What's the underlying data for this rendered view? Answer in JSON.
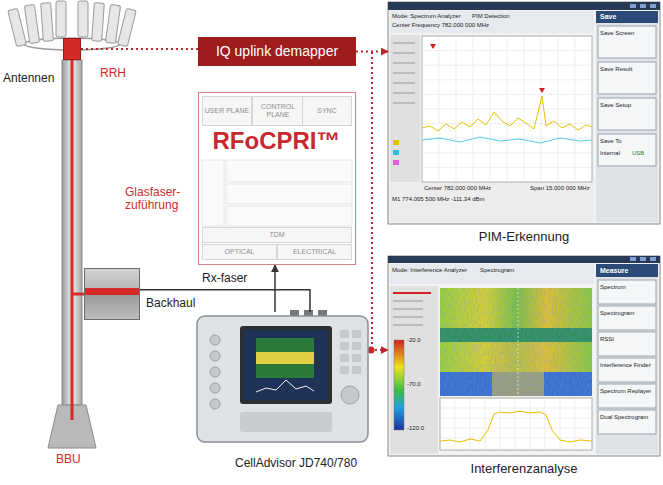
{
  "diagram": {
    "nodes": [
      {
        "text": [
          "RRH"
        ]
      },
      {
        "text": [
          "BBU"
        ]
      },
      {
        "text": [
          "IQ uplink demapper"
        ]
      },
      {
        "text": [
          "RFoCPRI™"
        ]
      },
      {
        "text": [
          "USER PLANE"
        ],
        "in": 3
      },
      {
        "text": [
          "CONTROL PLANE"
        ],
        "in": 3
      },
      {
        "text": [
          "SYNC"
        ],
        "in": 3
      },
      {
        "text": [
          "TDM"
        ],
        "in": 3
      },
      {
        "text": [
          "OPTICAL"
        ],
        "in": 3
      },
      {
        "text": [
          "ELECTRICAL"
        ],
        "in": 3
      },
      {
        "text": [
          "CellAdvisor JD740/780"
        ]
      },
      {
        "text": [
          "PIM-Erkennung"
        ]
      },
      {
        "text": [
          "Interferenzanalyse"
        ]
      }
    ],
    "edges": [
      {
        "from": 0,
        "to": 2,
        "arrow": "none"
      },
      {
        "from": 2,
        "to": 11,
        "arrow": "to"
      },
      {
        "from": 1,
        "to": 10,
        "label": "Rx-faser",
        "arrow": "none"
      },
      {
        "from": 10,
        "to": 3,
        "arrow": "to"
      },
      {
        "from": 10,
        "to": 12,
        "arrow": "to"
      }
    ],
    "labels": [
      "Antennen",
      "Glasfaser- zuführung",
      "Backhaul",
      "Mode: Spectrum Analyzer",
      "PIM Detection",
      "Center Frequency 782.000 000 MHz",
      "Save",
      "Save Screen",
      "Save Result",
      "Save Setup",
      "Save To",
      "Internal",
      "USB",
      "Center 782.000 000 MHz",
      "Span 15.000 000 MHz",
      "M1 774.005 500 MHz -111.34 dBm",
      "Mode: Interference Analyzer",
      "Spectrogram",
      "Measure",
      "Spectrum",
      "Spectrogram",
      "RSSI",
      "Interference Finder",
      "Spectrum Replayer",
      "Dual Spectrogram",
      "-20.0",
      "-70.0",
      "-120.0"
    ]
  }
}
